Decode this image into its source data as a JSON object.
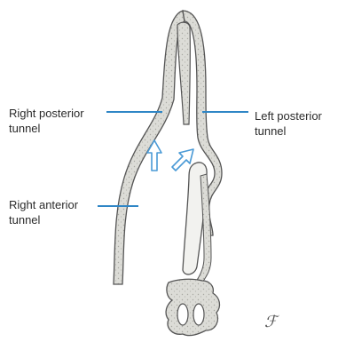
{
  "figure": {
    "labels": {
      "right_posterior": [
        "Right posterior",
        "tunnel"
      ],
      "left_posterior": [
        "Left posterior",
        "tunnel"
      ],
      "right_anterior": [
        "Right anterior",
        "tunnel"
      ]
    },
    "signature": "ℱ",
    "colors": {
      "leader": "#2f86c6",
      "arrow": "#4a9ad6",
      "tissue_fill": "#d9d9d4",
      "outline": "#555555"
    }
  }
}
